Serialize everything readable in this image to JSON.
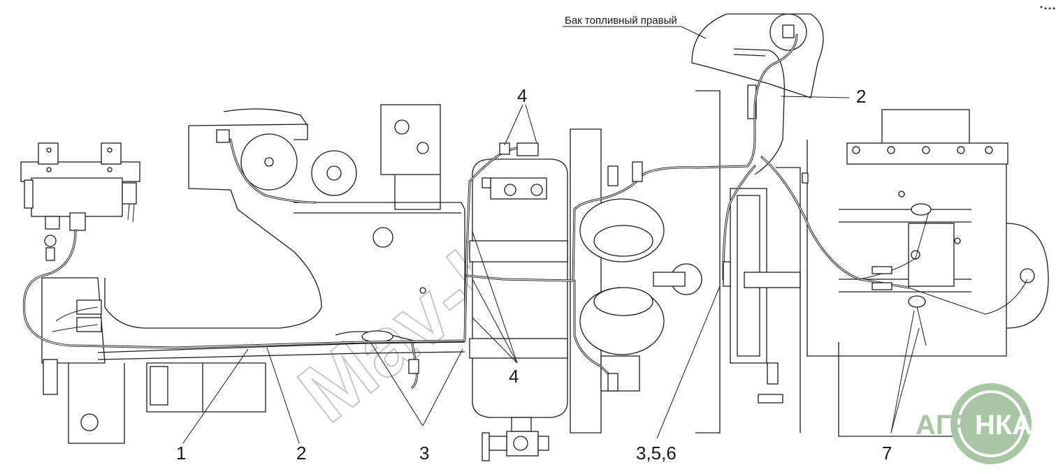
{
  "labels": {
    "fuel_tank": "Бак топливный правый",
    "callout_1": "1",
    "callout_2_bottom": "2",
    "callout_2_top": "2",
    "callout_3": "3",
    "callout_4_top": "4",
    "callout_4_bottom": "4",
    "callout_356": "3,5,6",
    "callout_7": "7"
  },
  "watermark": {
    "text": "Mav-by"
  },
  "logo": {
    "text": "АГРО НКА",
    "color": "#9fbf9f",
    "left": "АГРО",
    "right": "НКА"
  },
  "colors": {
    "line": "#1a1a1a",
    "watermark": "#c8c8c8",
    "logo_green": "#a9c6a4"
  }
}
